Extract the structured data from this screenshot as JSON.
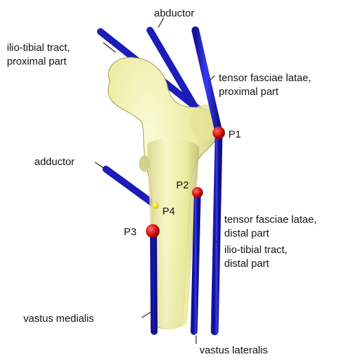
{
  "labels": {
    "abductor": "abductor",
    "iliotibial_proximal_1": "ilio-tibial tract,",
    "iliotibial_proximal_2": "proximal part",
    "tfl_proximal_1": "tensor fasciae latae,",
    "tfl_proximal_2": "proximal part",
    "adductor": "adductor",
    "tfl_distal_1": "tensor fasciae latae,",
    "tfl_distal_2": "distal part",
    "iliotibial_distal_1": "ilio-tibial tract,",
    "iliotibial_distal_2": "distal part",
    "vastus_medialis": "vastus medialis",
    "vastus_lateralis": "vastus lateralis"
  },
  "points": {
    "p1": "P1",
    "p2": "P2",
    "p3": "P3",
    "p4": "P4"
  },
  "colors": {
    "muscle": "#2020c8",
    "bone": "#f2f0a8",
    "point": "#d41010",
    "point_small": "#f0e020"
  }
}
